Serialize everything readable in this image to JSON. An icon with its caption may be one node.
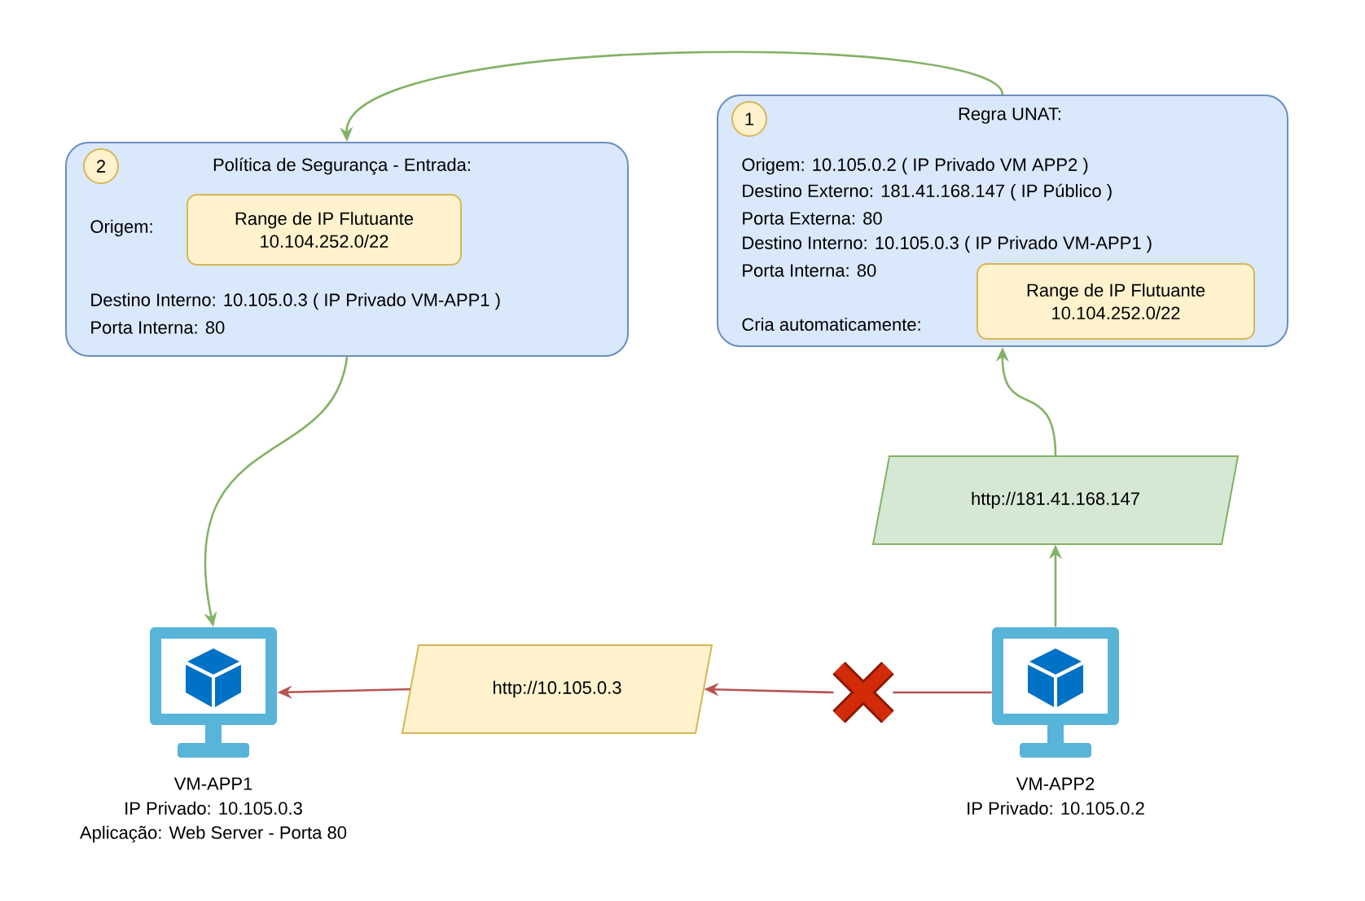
{
  "diagram": {
    "nodes": [
      {
        "text": [
          "Regra UNAT:",
          "Origem: 10.105.0.2 ( IP Privado VM APP2 )",
          "Destino Externo: 181.41.168.147 ( IP Público )",
          "Porta Externa: 80",
          "Destino Interno: 10.105.0.3 ( IP Privado VM-APP1 )",
          "Porta Interna: 80",
          "Cria automaticamente:"
        ]
      },
      {
        "text": [
          "1"
        ],
        "in": 0
      },
      {
        "text": [
          "Range de IP Flutuante",
          "10.104.252.0/22"
        ],
        "in": 0
      },
      {
        "text": [
          "Política de Segurança - Entrada:",
          "Origem:",
          "Destino Interno: 10.105.0.3 ( IP Privado VM-APP1 )",
          "Porta Interna: 80"
        ]
      },
      {
        "text": [
          "2"
        ],
        "in": 3
      },
      {
        "text": [
          "Range de IP Flutuante",
          "10.104.252.0/22"
        ],
        "in": 3
      },
      {
        "text": [
          "http://181.41.168.147"
        ]
      },
      {
        "text": [
          "http://10.105.0.3"
        ]
      },
      {
        "text": [],
        "shape": "computer",
        "beside": [
          "VM-APP1",
          "IP Privado: 10.105.0.3",
          "Aplicação: Web Server - Porta 80"
        ]
      },
      {
        "text": [],
        "shape": "cross"
      },
      {
        "text": [],
        "shape": "computer",
        "beside": [
          "VM-APP2",
          "IP Privado: 10.105.0.2"
        ]
      }
    ],
    "edges": [
      {
        "from": 0,
        "to": 3,
        "arrow": "to",
        "color": "#82b366"
      },
      {
        "from": 3,
        "to": 8,
        "arrow": "to",
        "color": "#82b366"
      },
      {
        "from": 10,
        "to": 6,
        "arrow": "to",
        "color": "#82b366"
      },
      {
        "from": 6,
        "to": 0,
        "arrow": "to",
        "color": "#82b366"
      },
      {
        "from": 10,
        "to": 9,
        "arrow": "none",
        "color": "#b85450"
      },
      {
        "from": 9,
        "to": 7,
        "arrow": "to",
        "color": "#b85450"
      },
      {
        "from": 7,
        "to": 8,
        "arrow": "to",
        "color": "#b85450"
      }
    ]
  }
}
